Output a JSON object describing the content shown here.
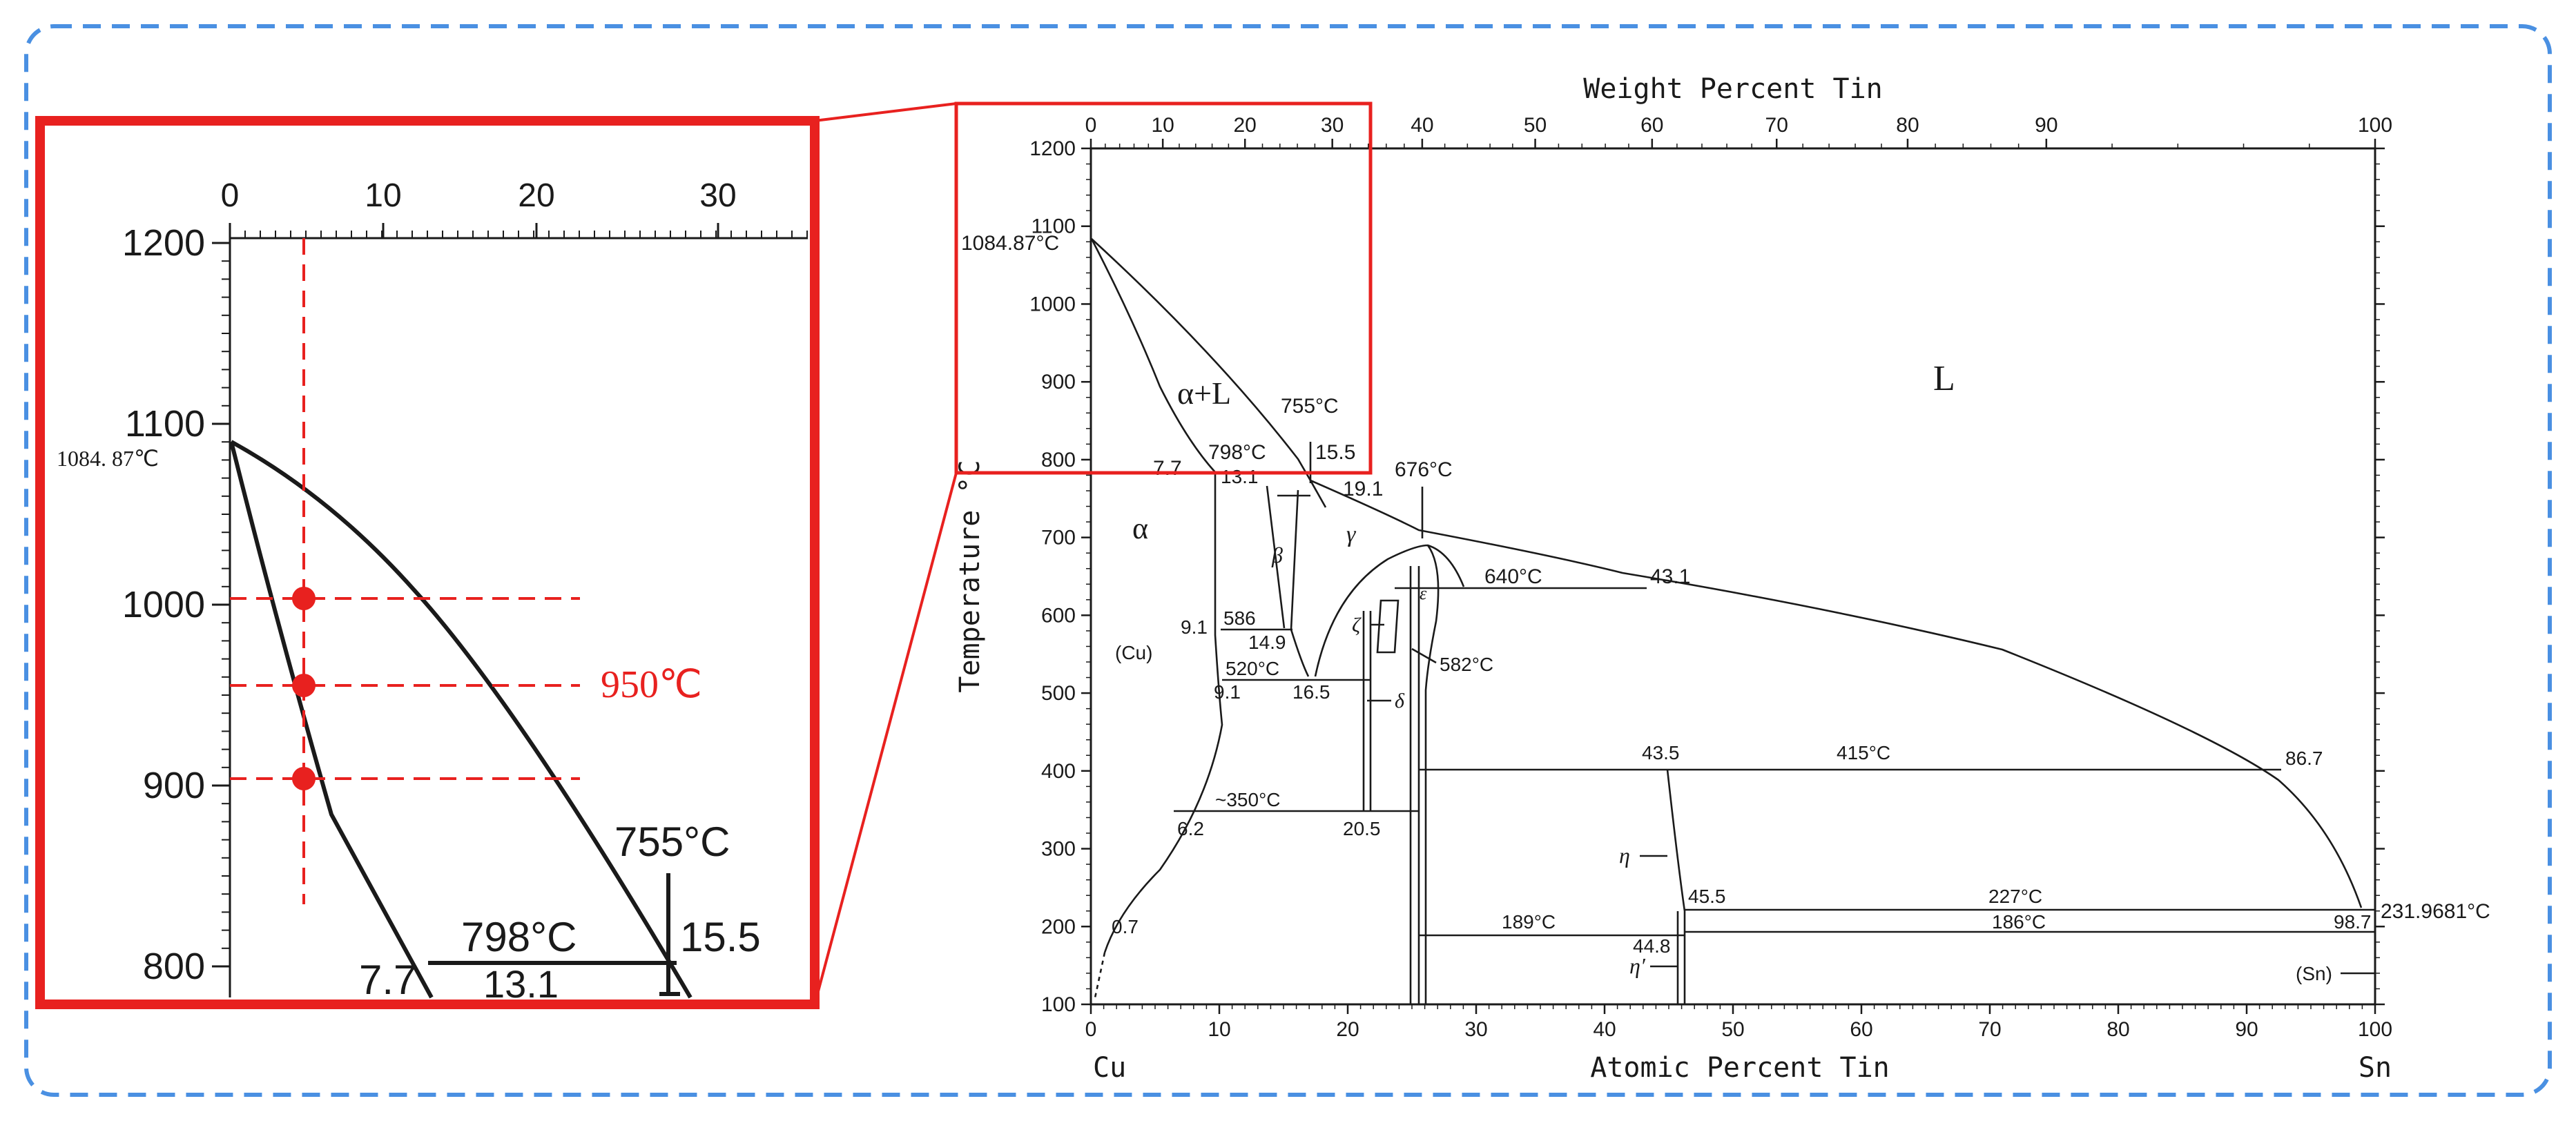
{
  "colors": {
    "frame": "#4a90e2",
    "highlight": "#e8211f",
    "ink": "#1a1a1a"
  },
  "main": {
    "top_axis_title": "Weight Percent Tin",
    "bottom_axis_title": "Atomic Percent Tin",
    "y_axis_title": "Temperature °C",
    "left_end": "Cu",
    "right_end": "Sn",
    "top_ticks": [
      "0",
      "10",
      "20",
      "30",
      "40",
      "50",
      "60",
      "70",
      "80",
      "90",
      "100"
    ],
    "bottom_ticks": [
      "0",
      "10",
      "20",
      "30",
      "40",
      "50",
      "60",
      "70",
      "80",
      "90",
      "100"
    ],
    "y_ticks": [
      "100",
      "200",
      "300",
      "400",
      "500",
      "600",
      "700",
      "800",
      "900",
      "1000",
      "1100",
      "1200"
    ],
    "labels": {
      "cu_melt": "1084.87°C",
      "sn_melt": "231.9681°C",
      "alpha_L": "α+L",
      "L": "L",
      "alpha": "α",
      "cu_phase": "(Cu)",
      "sn_phase": "(Sn)",
      "beta": "β",
      "gamma": "γ",
      "zeta": "ζ",
      "delta": "δ",
      "epsilon": "ε",
      "eta": "η",
      "eta_prime": "η′",
      "t755": "755°C",
      "c15_5": "15.5",
      "t798": "798°C",
      "c7_7": "7.7",
      "c13_1": "13.1",
      "c19_1": "19.1",
      "t676": "676°C",
      "t640": "640°C",
      "c43_1": "43.1",
      "c586": "586",
      "c9_1a": "9.1",
      "c14_9": "14.9",
      "t520": "520°C",
      "c9_1b": "9.1",
      "c16_5": "16.5",
      "t582": "582°C",
      "c43_5": "43.5",
      "t415": "415°C",
      "c86_7": "86.7",
      "t350": "~350°C",
      "c6_2": "6.2",
      "c20_5": "20.5",
      "c45_5": "45.5",
      "t227": "227°C",
      "c98_7": "98.7",
      "t189": "189°C",
      "t186": "186°C",
      "c44_8": "44.8",
      "c0_7": "0.7"
    }
  },
  "inset": {
    "top_ticks": [
      "0",
      "10",
      "20",
      "30"
    ],
    "y_ticks": [
      "800",
      "900",
      "1000",
      "1100",
      "1200"
    ],
    "cu_melt": "1084. 87℃",
    "t755": "755°C",
    "t798": "798°C",
    "c15_5": "15.5",
    "c7_7": "7.7",
    "c13_1": "13.1",
    "marker_label": "950℃"
  }
}
